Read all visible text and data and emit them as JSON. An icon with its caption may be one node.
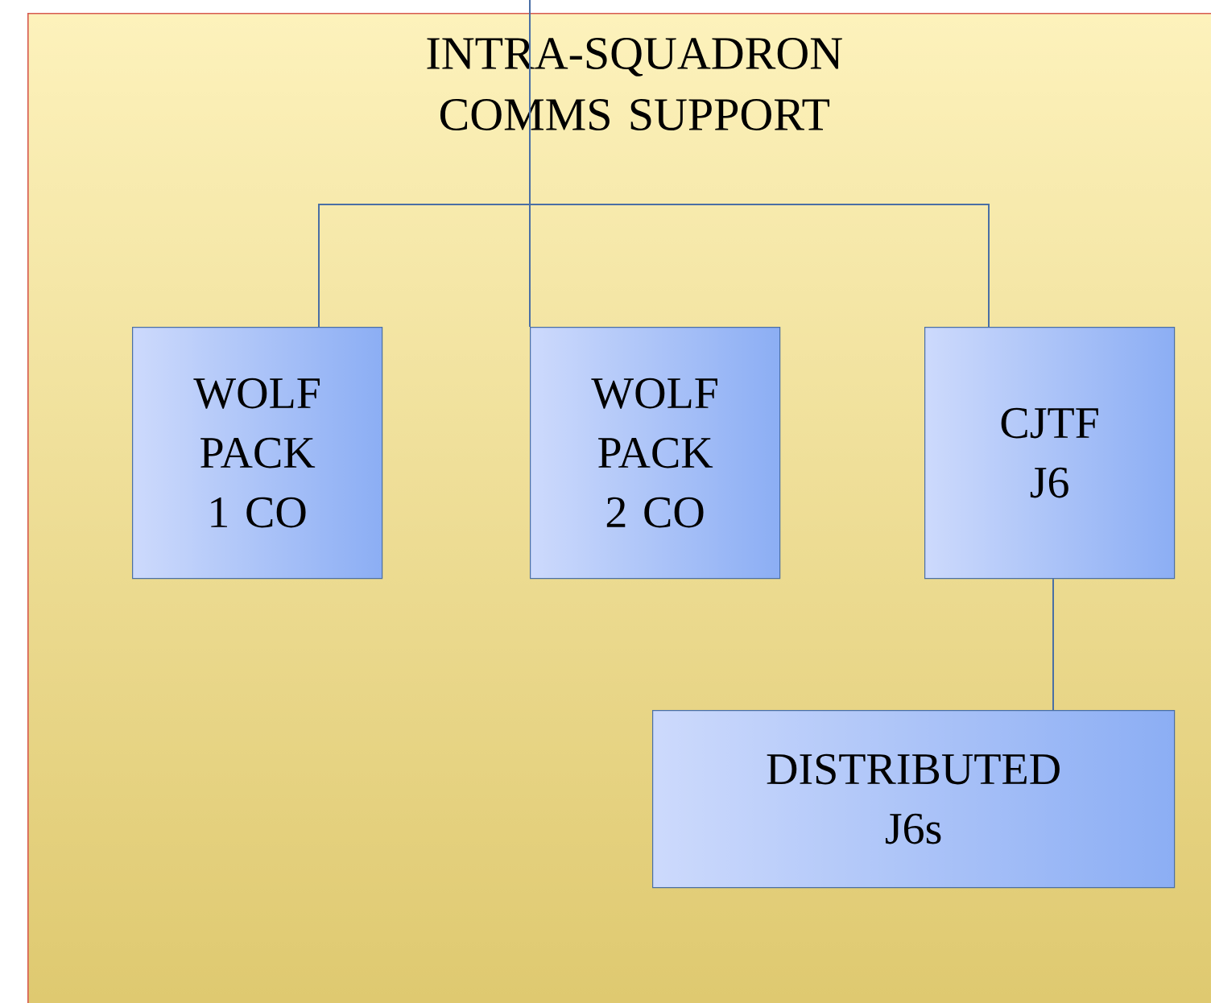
{
  "diagram": {
    "nodes": [
      {
        "text": [
          "INTRA-SQUADRON COMMS SUPPORT"
        ]
      },
      {
        "text": [
          "WOLF PACK 1 CO"
        ],
        "in": 0
      },
      {
        "text": [
          "WOLF PACK 2 CO"
        ],
        "in": 0
      },
      {
        "text": [
          "CJTF J6"
        ],
        "in": 0
      },
      {
        "text": [
          "DISTRIBUTED J6s"
        ],
        "in": 0
      }
    ],
    "edges": [
      {
        "from": null,
        "to": 1,
        "arrow": "none"
      },
      {
        "from": null,
        "to": 2,
        "arrow": "none"
      },
      {
        "from": null,
        "to": 3,
        "arrow": "none"
      },
      {
        "from": 3,
        "to": 4,
        "arrow": "none"
      }
    ]
  }
}
